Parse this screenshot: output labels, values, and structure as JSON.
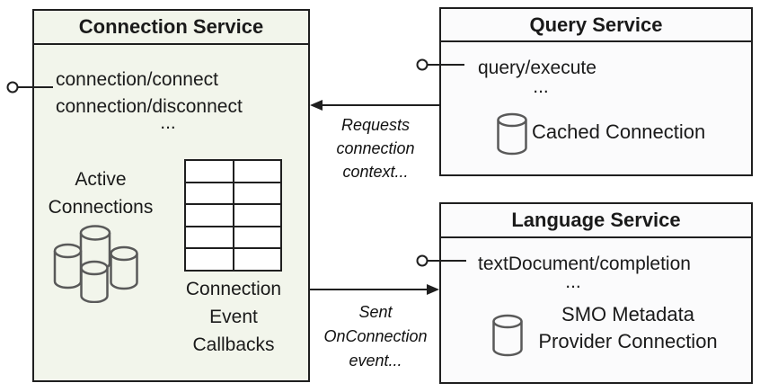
{
  "colors": {
    "connection_box_fill": "#f2f5eb",
    "service_box_fill": "#fbfbfc",
    "border": "#1f1f1f",
    "icon_stroke": "#595959"
  },
  "connection_service": {
    "title": "Connection Service",
    "methods": [
      "connection/connect",
      "connection/disconnect",
      "..."
    ],
    "active_connections": {
      "line1": "Active",
      "line2": "Connections"
    },
    "callbacks": {
      "line1": "Connection",
      "line2": "Event",
      "line3": "Callbacks"
    },
    "callback_table": {
      "rows": 5,
      "cols": 2
    }
  },
  "query_service": {
    "title": "Query Service",
    "methods": [
      "query/execute",
      "..."
    ],
    "cached_connection_label": "Cached Connection"
  },
  "language_service": {
    "title": "Language Service",
    "methods": [
      "textDocument/completion",
      "..."
    ],
    "smo": {
      "line1": "SMO Metadata",
      "line2": "Provider Connection"
    }
  },
  "annotations": {
    "requests": {
      "line1": "Requests",
      "line2": "connection",
      "line3": "context..."
    },
    "sent": {
      "line1": "Sent",
      "line2": "OnConnection",
      "line3": "event..."
    }
  }
}
